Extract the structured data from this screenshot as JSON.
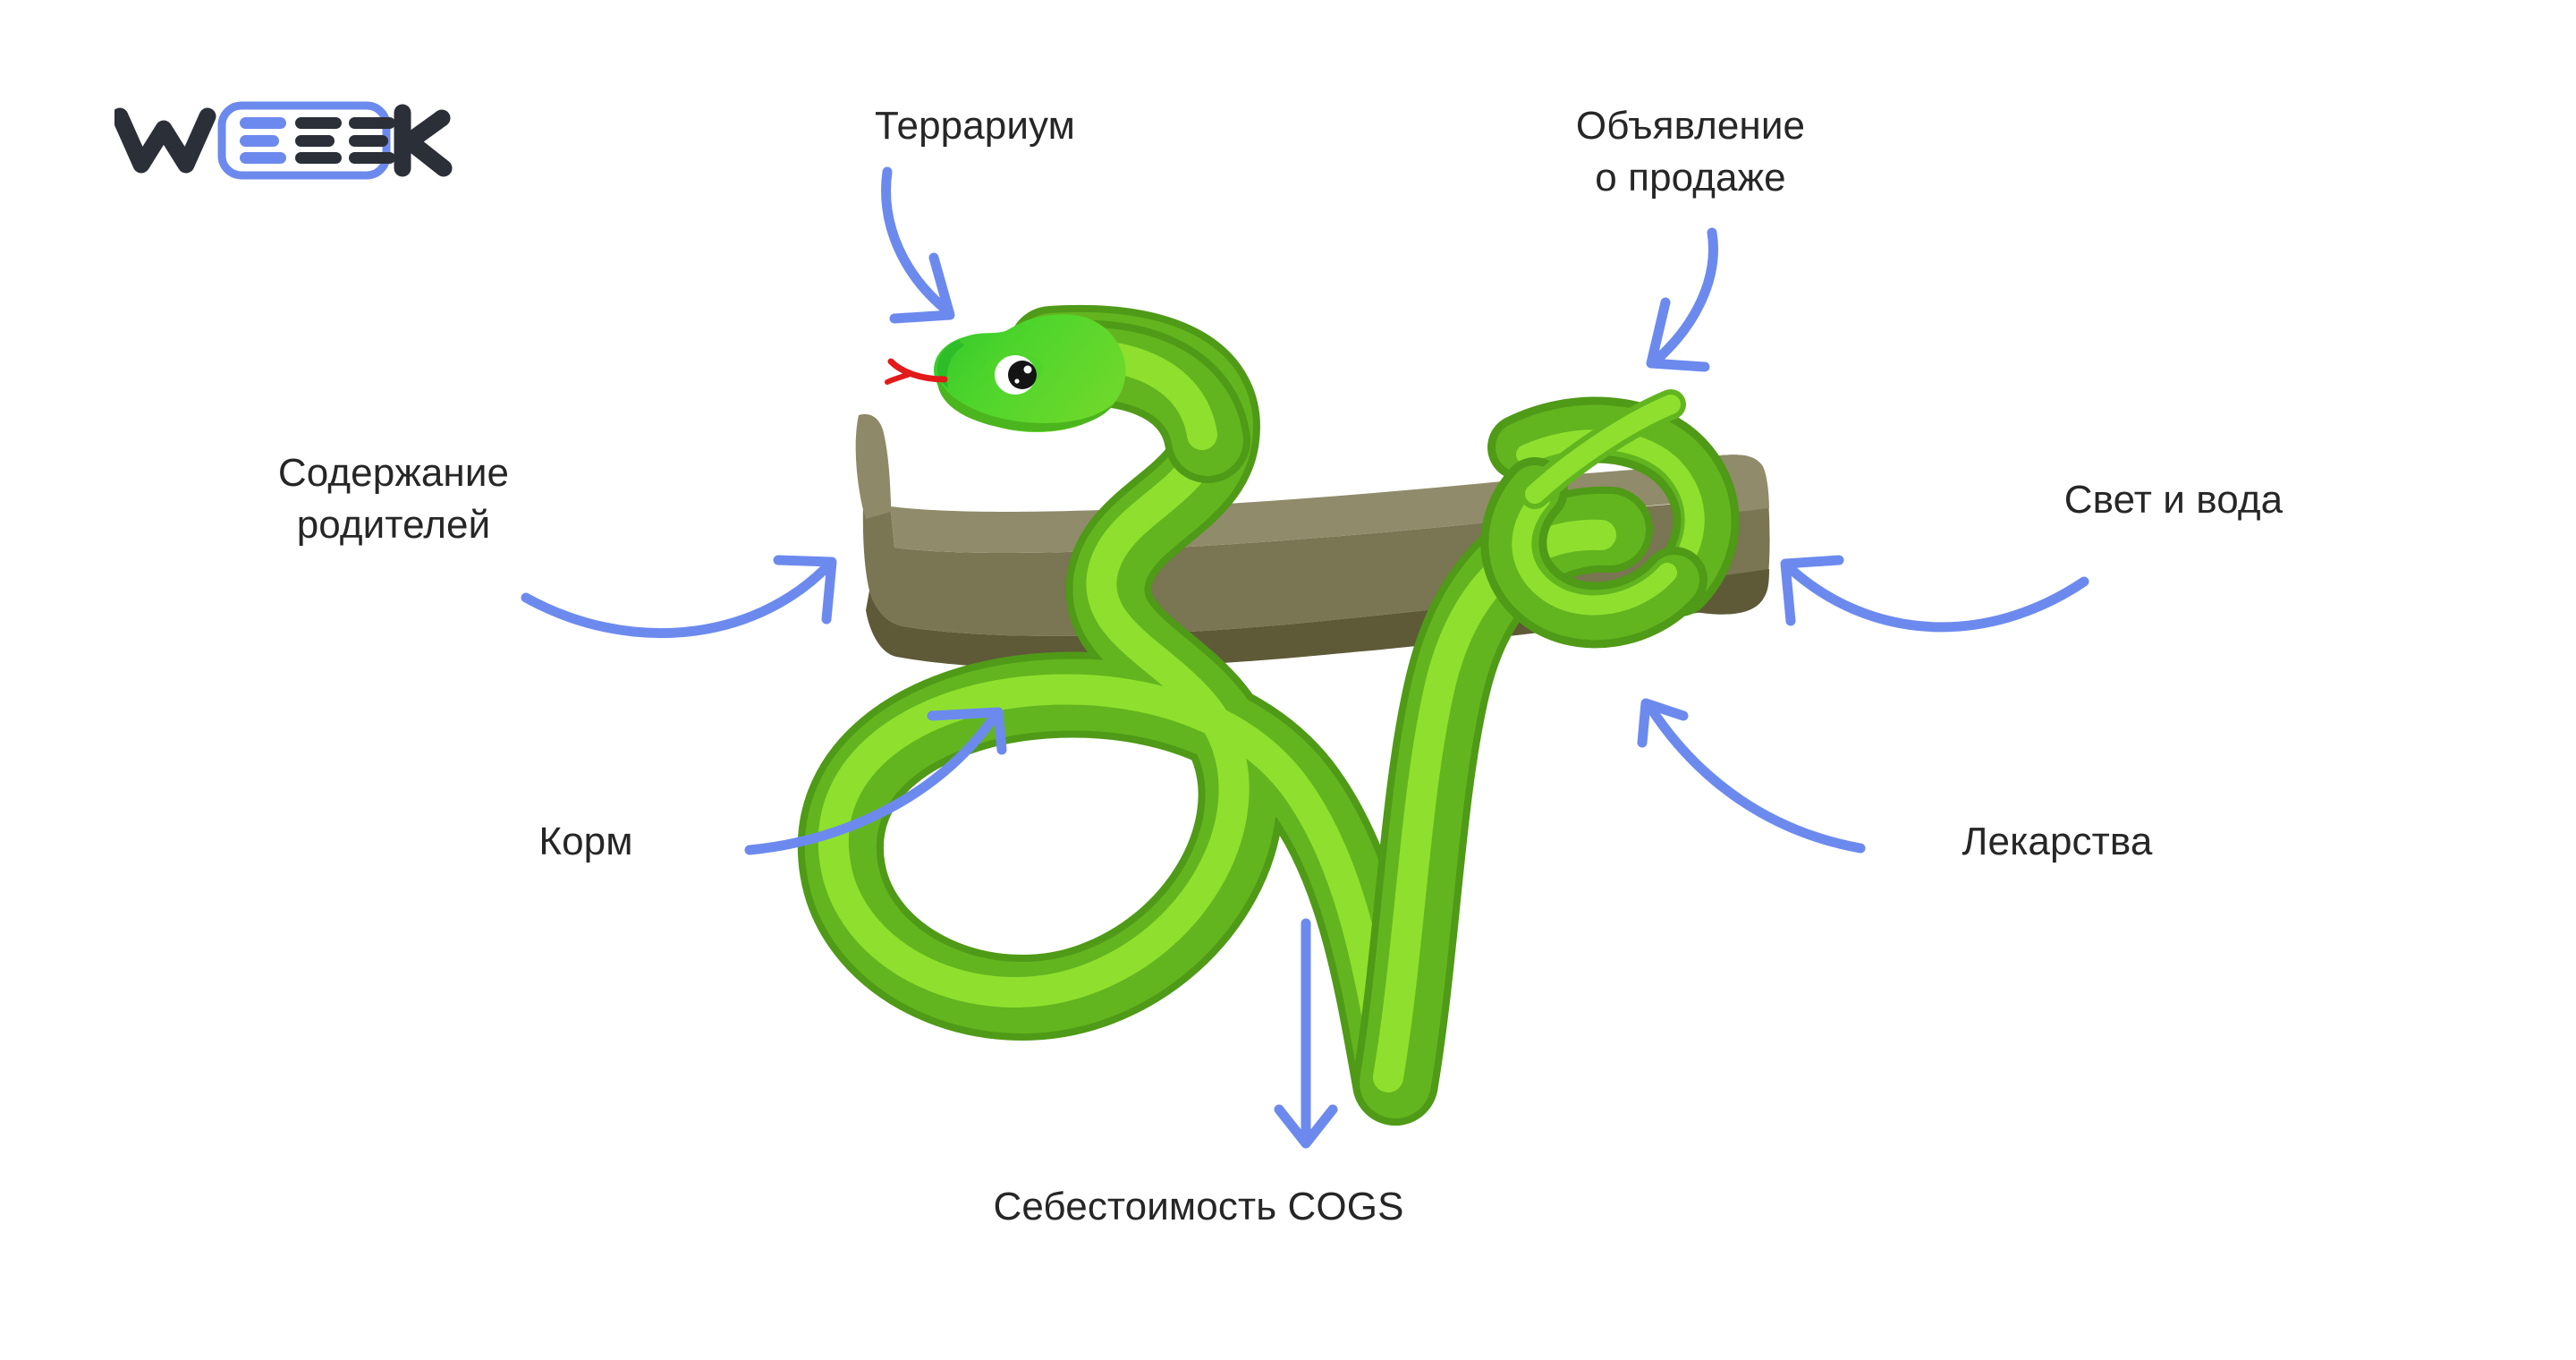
{
  "brand": {
    "name": "WEEEK",
    "letters": {
      "w": "W",
      "k": "K"
    },
    "accent_color": "#6C8AEE",
    "dark_color": "#2B2F38"
  },
  "colors": {
    "background": "#FFFFFF",
    "text": "#262626",
    "arrow": "#6C8AEE",
    "snake_dark": "#4F9A17",
    "snake_mid": "#62B51F",
    "snake_light": "#8FE02E",
    "snake_head": "#37CC2E",
    "tongue": "#E31A1A",
    "branch_light": "#8C8766",
    "branch_mid": "#77724E",
    "branch_dark": "#5C5936"
  },
  "illustration": {
    "subject": "green-snake-on-branch",
    "eye": "snake-eye",
    "tongue": "forked-tongue"
  },
  "labels": [
    {
      "id": "terrarium",
      "text": "Террариум",
      "align": "center",
      "arrow": "curve-down-right"
    },
    {
      "id": "sale-ad",
      "text": "Объявление\nо продаже",
      "align": "center",
      "arrow": "curve-down-left"
    },
    {
      "id": "parent-keeping",
      "text": "Содержание\nродителей",
      "align": "center",
      "arrow": "curve-up-right"
    },
    {
      "id": "light-water",
      "text": "Свет и вода",
      "align": "center",
      "arrow": "curve-up-left"
    },
    {
      "id": "food",
      "text": "Корм",
      "align": "center",
      "arrow": "curve-up-right"
    },
    {
      "id": "medicine",
      "text": "Лекарства",
      "align": "center",
      "arrow": "curve-up-left"
    },
    {
      "id": "cogs",
      "text": "Себестоимость COGS",
      "align": "center",
      "arrow": "straight-down"
    }
  ]
}
